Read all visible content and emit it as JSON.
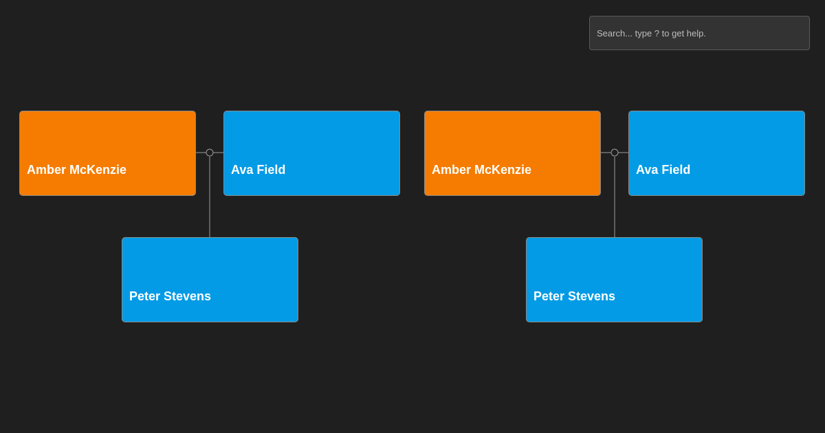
{
  "search": {
    "placeholder": "Search... type ? to get help."
  },
  "trees": [
    {
      "partners": [
        "Amber McKenzie",
        "Ava Field"
      ],
      "child": "Peter Stevens"
    },
    {
      "partners": [
        "Amber McKenzie",
        "Ava Field"
      ],
      "child": "Peter Stevens"
    }
  ],
  "colors": {
    "background": "#1f1f1f",
    "female_card": "#f57c00",
    "male_card": "#039be5",
    "connector": "#9e9e9e"
  }
}
